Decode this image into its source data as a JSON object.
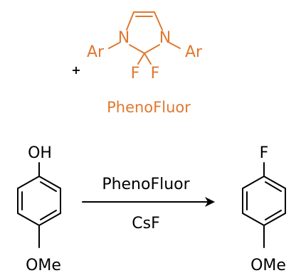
{
  "colors": {
    "reagent": "#E0782F",
    "ink": "#000000"
  },
  "reagent": {
    "name": "PhenoFluor",
    "atom_n_left": "N",
    "atom_n_right": "N",
    "atom_f_left": "F",
    "atom_f_right": "F",
    "group_left": "Ar",
    "group_right": "Ar",
    "plus_sign": "+"
  },
  "reactant": {
    "top_group": "OH",
    "bottom_group": "OMe"
  },
  "product": {
    "top_group": "F",
    "bottom_group": "OMe"
  },
  "arrow": {
    "reagent_above": "PhenoFluor",
    "reagent_below": "CsF"
  }
}
